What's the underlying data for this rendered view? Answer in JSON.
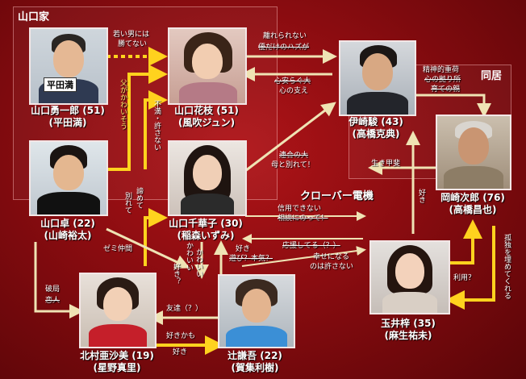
{
  "groups": {
    "yamaguchi_family": "山口家",
    "same_house": "同居",
    "clover_tv": "クローバー電機"
  },
  "people": {
    "yuichiro": {
      "name": "山口勇一郎 (51)",
      "actor": "(平田満)",
      "tag": "平田満"
    },
    "hanae": {
      "name": "山口花枝 (51)",
      "actor": "(風吹ジュン)"
    },
    "takashi": {
      "name": "山口卓 (22)",
      "actor": "(山崎裕太)"
    },
    "chikako": {
      "name": "山口千華子 (30)",
      "actor": "(稲森いずみ)"
    },
    "ishikawa": {
      "name": "伊崎駿 (43)",
      "actor": "(高橋克典)"
    },
    "jiro": {
      "name": "岡崎次郎 (76)",
      "actor": "(高橋昌也)"
    },
    "kitamura": {
      "name": "北村亜沙美 (19)",
      "actor": "(星野真里)"
    },
    "tsuji": {
      "name": "辻謙吾 (22)",
      "actor": "(賀集利樹)"
    },
    "tamai": {
      "name": "玉井梓 (35)",
      "actor": "(麻生祐未)"
    }
  },
  "annotations": {
    "a1": "若い男には",
    "a2": "勝てない",
    "a3": "離れられない",
    "a4": "優だけのハズが",
    "a5": "心安らぐ大",
    "a6": "心の支え",
    "a7": "精神的重荷",
    "a8": "心の拠り所",
    "a9": "育ての親",
    "a10": "父がかわいそう",
    "a11": "不満・許さない",
    "a12": "連合の大",
    "a13": "母と別れて！",
    "a14": "生き甲斐",
    "a15": "好き",
    "a16": "信用できない",
    "a17": "相談にのって！",
    "a18": "応援してる（？）",
    "a19": "幸せになる",
    "a20": "のは許さない",
    "a21": "孤独を埋めてくれる",
    "a22": "利用？",
    "a23": "諦めて",
    "a24": "別れて",
    "a25": "ゼミ仲間",
    "a26": "かわいい",
    "a27": "好き？",
    "a28": "かわいい",
    "a29": "好き",
    "a30": "遊び？本気？",
    "a31": "破局",
    "a32": "恋人",
    "a33": "友達（？）",
    "a34": "好きかも",
    "a35": "好き"
  },
  "colors": {
    "background": "#8a0c10",
    "yellow_arrow": "#ffd21e",
    "cream_arrow": "#efe3b4"
  }
}
